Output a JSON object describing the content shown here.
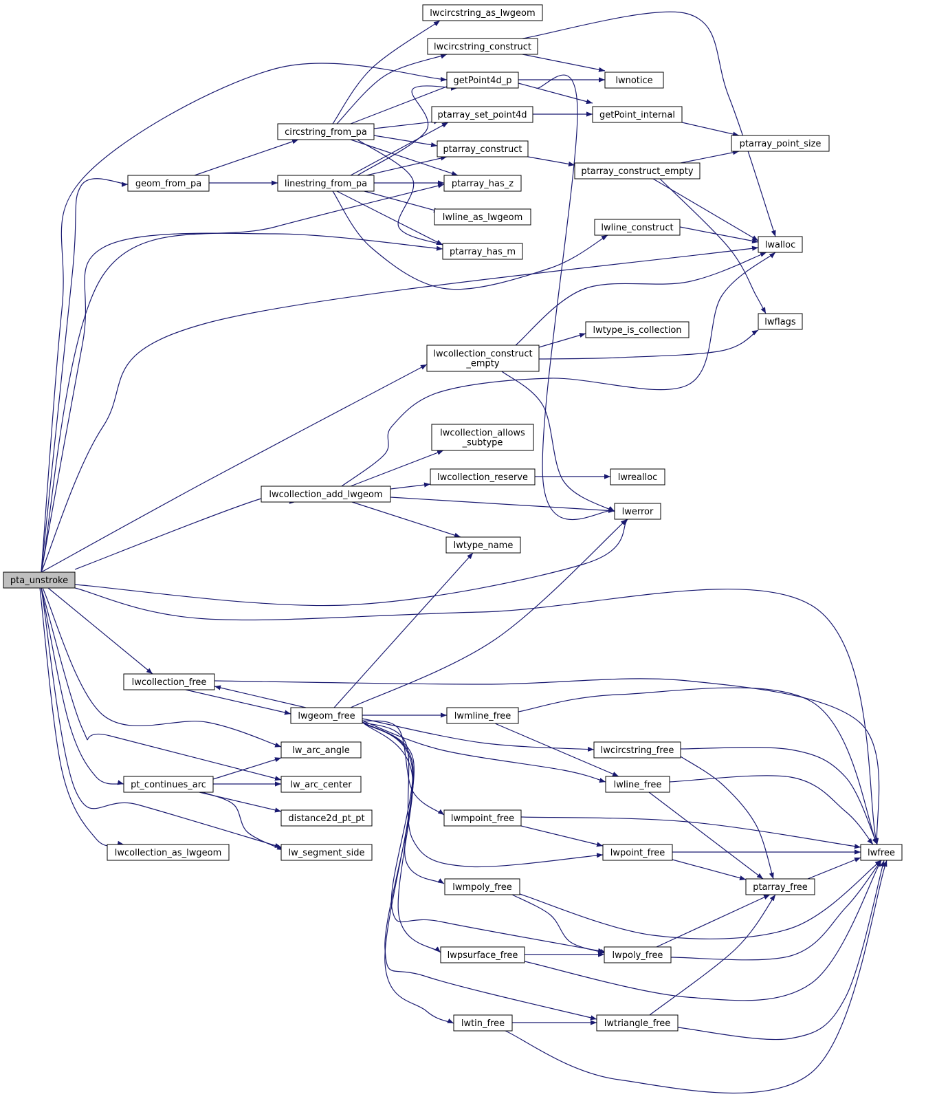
{
  "graph": {
    "root": "pta_unstroke",
    "nodes": {
      "pta_unstroke": "pta_unstroke",
      "lwcircstring_as_lwgeom": "lwcircstring_as_lwgeom",
      "lwcircstring_construct": "lwcircstring_construct",
      "getPoint4d_p": "getPoint4d_p",
      "lwnotice": "lwnotice",
      "ptarray_set_point4d": "ptarray_set_point4d",
      "getPoint_internal": "getPoint_internal",
      "circstring_from_pa": "circstring_from_pa",
      "ptarray_construct": "ptarray_construct",
      "ptarray_point_size": "ptarray_point_size",
      "ptarray_construct_empty": "ptarray_construct_empty",
      "geom_from_pa": "geom_from_pa",
      "linestring_from_pa": "linestring_from_pa",
      "ptarray_has_z": "ptarray_has_z",
      "lwline_as_lwgeom": "lwline_as_lwgeom",
      "lwline_construct": "lwline_construct",
      "lwalloc": "lwalloc",
      "ptarray_has_m": "ptarray_has_m",
      "lwflags": "lwflags",
      "lwtype_is_collection": "lwtype_is_collection",
      "lwcollection_construct_empty": "lwcollection_construct\n_empty",
      "lwcollection_allows_subtype": "lwcollection_allows\n_subtype",
      "lwcollection_reserve": "lwcollection_reserve",
      "lwrealloc": "lwrealloc",
      "lwcollection_add_lwgeom": "lwcollection_add_lwgeom",
      "lwerror": "lwerror",
      "lwtype_name": "lwtype_name",
      "lwcollection_free": "lwcollection_free",
      "lwgeom_free": "lwgeom_free",
      "lwmline_free": "lwmline_free",
      "lwcircstring_free": "lwcircstring_free",
      "lw_arc_angle": "lw_arc_angle",
      "lwline_free": "lwline_free",
      "pt_continues_arc": "pt_continues_arc",
      "lw_arc_center": "lw_arc_center",
      "lwmpoint_free": "lwmpoint_free",
      "distance2d_pt_pt": "distance2d_pt_pt",
      "lwfree": "lwfree",
      "lwpoint_free": "lwpoint_free",
      "lwcollection_as_lwgeom": "lwcollection_as_lwgeom",
      "lw_segment_side": "lw_segment_side",
      "lwmpoly_free": "lwmpoly_free",
      "ptarray_free": "ptarray_free",
      "lwpsurface_free": "lwpsurface_free",
      "lwpoly_free": "lwpoly_free",
      "lwtin_free": "lwtin_free",
      "lwtriangle_free": "lwtriangle_free"
    },
    "edges": [
      [
        "pta_unstroke",
        "geom_from_pa"
      ],
      [
        "pta_unstroke",
        "getPoint4d_p"
      ],
      [
        "pta_unstroke",
        "ptarray_has_z"
      ],
      [
        "pta_unstroke",
        "ptarray_has_m"
      ],
      [
        "pta_unstroke",
        "lwalloc"
      ],
      [
        "pta_unstroke",
        "lwcollection_construct_empty"
      ],
      [
        "pta_unstroke",
        "lwcollection_add_lwgeom"
      ],
      [
        "pta_unstroke",
        "lwerror"
      ],
      [
        "pta_unstroke",
        "lwfree"
      ],
      [
        "pta_unstroke",
        "lwcollection_free"
      ],
      [
        "pta_unstroke",
        "lw_arc_angle"
      ],
      [
        "pta_unstroke",
        "lw_arc_center"
      ],
      [
        "pta_unstroke",
        "pt_continues_arc"
      ],
      [
        "pta_unstroke",
        "lw_segment_side"
      ],
      [
        "pta_unstroke",
        "lwcollection_as_lwgeom"
      ],
      [
        "geom_from_pa",
        "circstring_from_pa"
      ],
      [
        "geom_from_pa",
        "linestring_from_pa"
      ],
      [
        "circstring_from_pa",
        "lwcircstring_as_lwgeom"
      ],
      [
        "circstring_from_pa",
        "lwcircstring_construct"
      ],
      [
        "circstring_from_pa",
        "getPoint4d_p"
      ],
      [
        "circstring_from_pa",
        "ptarray_set_point4d"
      ],
      [
        "circstring_from_pa",
        "ptarray_construct"
      ],
      [
        "circstring_from_pa",
        "ptarray_has_z"
      ],
      [
        "circstring_from_pa",
        "ptarray_has_m"
      ],
      [
        "linestring_from_pa",
        "getPoint4d_p"
      ],
      [
        "linestring_from_pa",
        "ptarray_set_point4d"
      ],
      [
        "linestring_from_pa",
        "ptarray_construct"
      ],
      [
        "linestring_from_pa",
        "ptarray_has_z"
      ],
      [
        "linestring_from_pa",
        "lwline_as_lwgeom"
      ],
      [
        "linestring_from_pa",
        "ptarray_has_m"
      ],
      [
        "linestring_from_pa",
        "lwline_construct"
      ],
      [
        "lwcircstring_construct",
        "lwnotice"
      ],
      [
        "lwcircstring_construct",
        "lwalloc"
      ],
      [
        "getPoint4d_p",
        "lwnotice"
      ],
      [
        "getPoint4d_p",
        "getPoint_internal"
      ],
      [
        "getPoint4d_p",
        "lwerror"
      ],
      [
        "ptarray_set_point4d",
        "getPoint_internal"
      ],
      [
        "getPoint_internal",
        "ptarray_point_size"
      ],
      [
        "ptarray_construct",
        "ptarray_construct_empty"
      ],
      [
        "ptarray_construct_empty",
        "ptarray_point_size"
      ],
      [
        "ptarray_construct_empty",
        "lwalloc"
      ],
      [
        "ptarray_construct_empty",
        "lwflags"
      ],
      [
        "lwline_construct",
        "lwalloc"
      ],
      [
        "lwcollection_construct_empty",
        "lwalloc"
      ],
      [
        "lwcollection_construct_empty",
        "lwtype_is_collection"
      ],
      [
        "lwcollection_construct_empty",
        "lwflags"
      ],
      [
        "lwcollection_construct_empty",
        "lwerror"
      ],
      [
        "lwcollection_add_lwgeom",
        "lwalloc"
      ],
      [
        "lwcollection_add_lwgeom",
        "lwcollection_allows_subtype"
      ],
      [
        "lwcollection_add_lwgeom",
        "lwcollection_reserve"
      ],
      [
        "lwcollection_add_lwgeom",
        "lwerror"
      ],
      [
        "lwcollection_add_lwgeom",
        "lwtype_name"
      ],
      [
        "lwcollection_reserve",
        "lwrealloc"
      ],
      [
        "lwcollection_free",
        "lwgeom_free"
      ],
      [
        "lwcollection_free",
        "lwfree"
      ],
      [
        "lwgeom_free",
        "lwcollection_free"
      ],
      [
        "lwgeom_free",
        "lwtype_name"
      ],
      [
        "lwgeom_free",
        "lwerror"
      ],
      [
        "lwgeom_free",
        "lwmline_free"
      ],
      [
        "lwgeom_free",
        "lwcircstring_free"
      ],
      [
        "lwgeom_free",
        "lwline_free"
      ],
      [
        "lwgeom_free",
        "lwmpoint_free"
      ],
      [
        "lwgeom_free",
        "lwpoint_free"
      ],
      [
        "lwgeom_free",
        "lwmpoly_free"
      ],
      [
        "lwgeom_free",
        "lwpsurface_free"
      ],
      [
        "lwgeom_free",
        "lwpoly_free"
      ],
      [
        "lwgeom_free",
        "lwtin_free"
      ],
      [
        "lwgeom_free",
        "lwtriangle_free"
      ],
      [
        "lwmline_free",
        "lwline_free"
      ],
      [
        "lwmline_free",
        "lwfree"
      ],
      [
        "lwcircstring_free",
        "ptarray_free"
      ],
      [
        "lwcircstring_free",
        "lwfree"
      ],
      [
        "lwline_free",
        "ptarray_free"
      ],
      [
        "lwline_free",
        "lwfree"
      ],
      [
        "lwmpoint_free",
        "lwpoint_free"
      ],
      [
        "lwmpoint_free",
        "lwfree"
      ],
      [
        "lwpoint_free",
        "ptarray_free"
      ],
      [
        "lwpoint_free",
        "lwfree"
      ],
      [
        "ptarray_free",
        "lwfree"
      ],
      [
        "lwmpoly_free",
        "lwpoly_free"
      ],
      [
        "lwmpoly_free",
        "lwfree"
      ],
      [
        "lwpsurface_free",
        "lwpoly_free"
      ],
      [
        "lwpsurface_free",
        "lwfree"
      ],
      [
        "lwpoly_free",
        "ptarray_free"
      ],
      [
        "lwpoly_free",
        "lwfree"
      ],
      [
        "lwtin_free",
        "lwtriangle_free"
      ],
      [
        "lwtin_free",
        "lwfree"
      ],
      [
        "lwtriangle_free",
        "ptarray_free"
      ],
      [
        "lwtriangle_free",
        "lwfree"
      ],
      [
        "pt_continues_arc",
        "lw_arc_angle"
      ],
      [
        "pt_continues_arc",
        "lw_arc_center"
      ],
      [
        "pt_continues_arc",
        "distance2d_pt_pt"
      ],
      [
        "pt_continues_arc",
        "lw_segment_side"
      ]
    ]
  }
}
